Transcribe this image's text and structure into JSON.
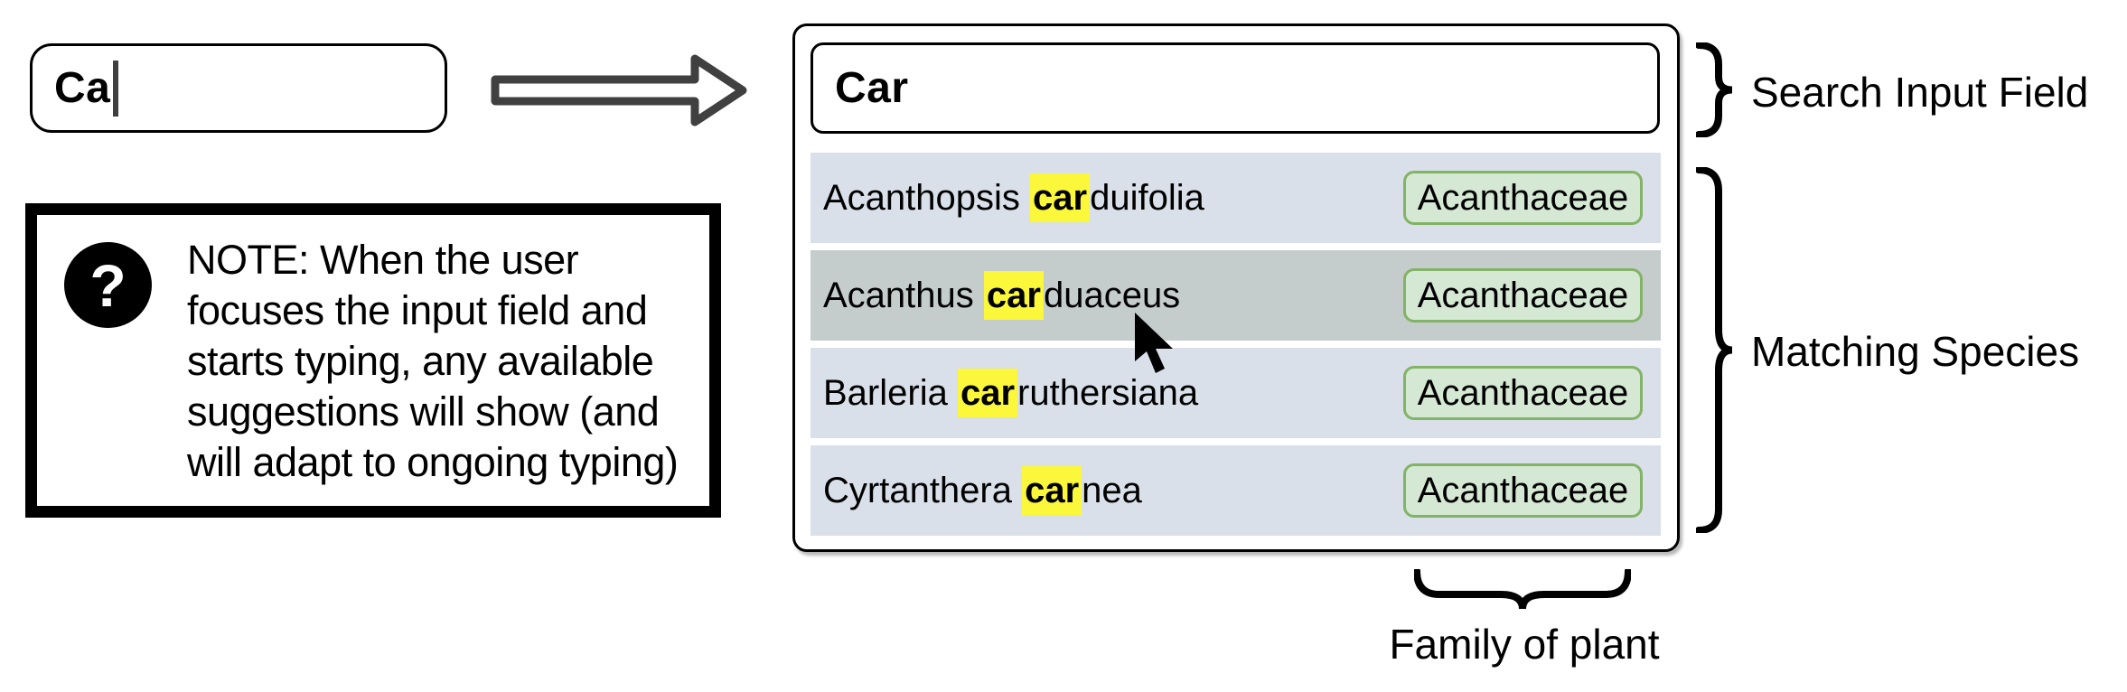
{
  "stage1_input": {
    "value": "Ca"
  },
  "panel": {
    "search_input": {
      "value": "Car"
    },
    "suggestions": [
      {
        "prefix": "Acanthopsis ",
        "highlight": "car",
        "suffix": "duifolia",
        "family": "Acanthaceae",
        "state": "default"
      },
      {
        "prefix": "Acanthus ",
        "highlight": "car",
        "suffix": "duaceus",
        "family": "Acanthaceae",
        "state": "hovered"
      },
      {
        "prefix": "Barleria ",
        "highlight": "car",
        "suffix": "ruthersiana",
        "family": "Acanthaceae",
        "state": "default"
      },
      {
        "prefix": "Cyrtanthera ",
        "highlight": "car",
        "suffix": "nea",
        "family": "Acanthaceae",
        "state": "default"
      }
    ]
  },
  "note": {
    "icon_glyph": "?",
    "text": "NOTE: When the user focuses the input field and starts typing, any available suggestions will show (and will adapt to ongoing typing)"
  },
  "annotations": {
    "search_input_field": "Search Input Field",
    "matching_species": "Matching Species",
    "family_of_plant": "Family of plant"
  },
  "colors": {
    "row_bg": "#d9e0ea",
    "row_hover_bg": "#c5cccc",
    "highlight_bg": "#fbf73a",
    "badge_bg": "#d5e8d4",
    "badge_border": "#82b366",
    "arrow_outline": "#404040"
  }
}
